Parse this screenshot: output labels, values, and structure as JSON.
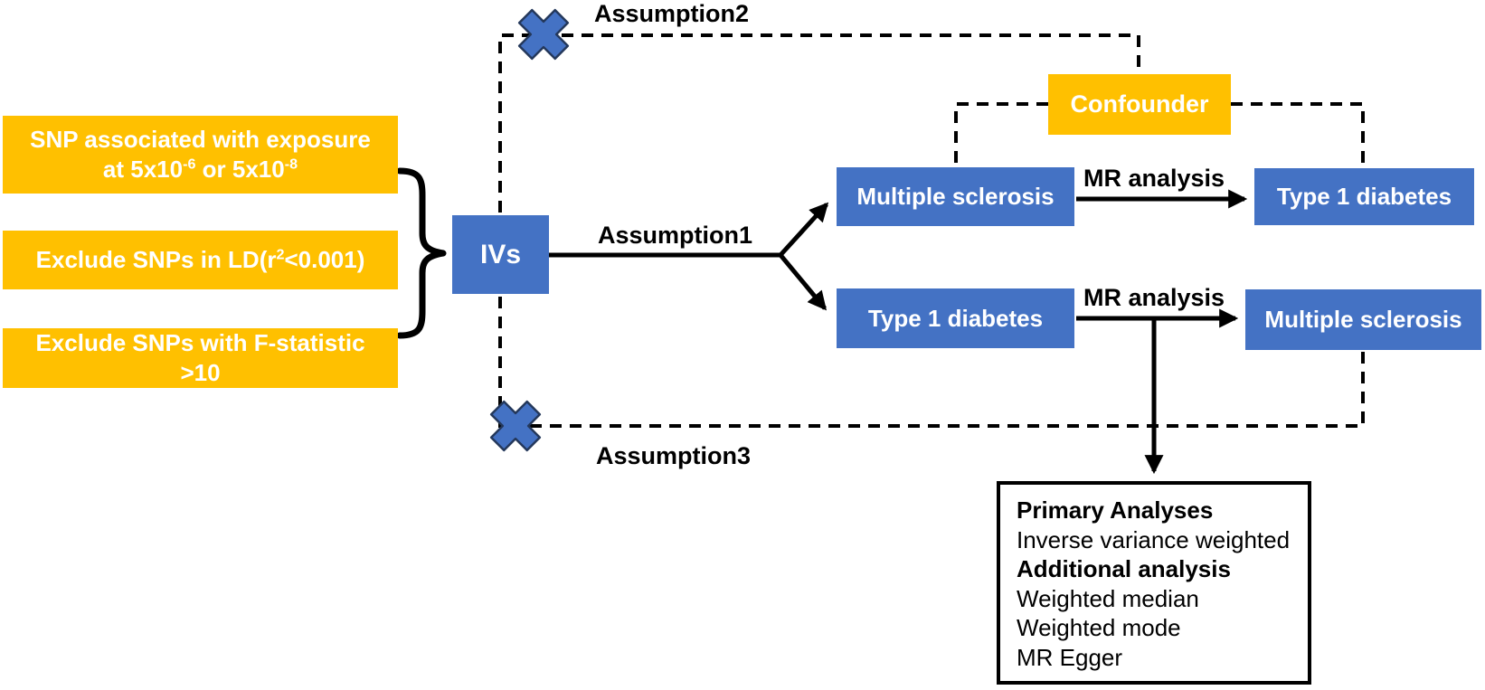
{
  "palette": {
    "gold": "#FFC000",
    "blue": "#4472C4",
    "cross_border": "#24385B",
    "line": "#000000"
  },
  "selection_boxes": [
    {
      "name": "snp-criteria",
      "lines_rich": [
        [
          {
            "t": "SNP associated with exposure"
          }
        ],
        [
          {
            "t": "at 5x10"
          },
          {
            "t": "-6",
            "sup": true
          },
          {
            "t": " or 5x10"
          },
          {
            "t": "-8",
            "sup": true
          }
        ]
      ]
    },
    {
      "name": "ld-criteria",
      "lines_rich": [
        [
          {
            "t": "Exclude SNPs in LD(r"
          },
          {
            "t": "2",
            "sup": true
          },
          {
            "t": "<0.001)"
          }
        ]
      ]
    },
    {
      "name": "fstat-criteria",
      "lines_rich": [
        [
          {
            "t": "Exclude SNPs with F-statistic"
          }
        ],
        [
          {
            "t": ">10"
          }
        ]
      ]
    }
  ],
  "iv_box": {
    "label": "IVs"
  },
  "confounder_box": {
    "label": "Confounder"
  },
  "assumptions": {
    "a1": "Assumption1",
    "a2": "Assumption2",
    "a3": "Assumption3"
  },
  "mr_labels": {
    "row1": "MR analysis",
    "row2": "MR analysis"
  },
  "exposure_outcome": {
    "row1": {
      "exposure": "Multiple sclerosis",
      "outcome": "Type 1 diabetes"
    },
    "row2": {
      "exposure": "Type 1 diabetes",
      "outcome": "Multiple sclerosis"
    }
  },
  "analysis_box": {
    "lines": [
      {
        "text": "Primary Analyses",
        "bold": true
      },
      {
        "text": "Inverse variance weighted",
        "bold": false
      },
      {
        "text": "Additional analysis",
        "bold": true
      },
      {
        "text": "Weighted median",
        "bold": false
      },
      {
        "text": "Weighted mode",
        "bold": false
      },
      {
        "text": "MR Egger",
        "bold": false
      }
    ]
  },
  "icons": {
    "top_cross": "cross-icon",
    "bottom_cross": "cross-icon"
  }
}
